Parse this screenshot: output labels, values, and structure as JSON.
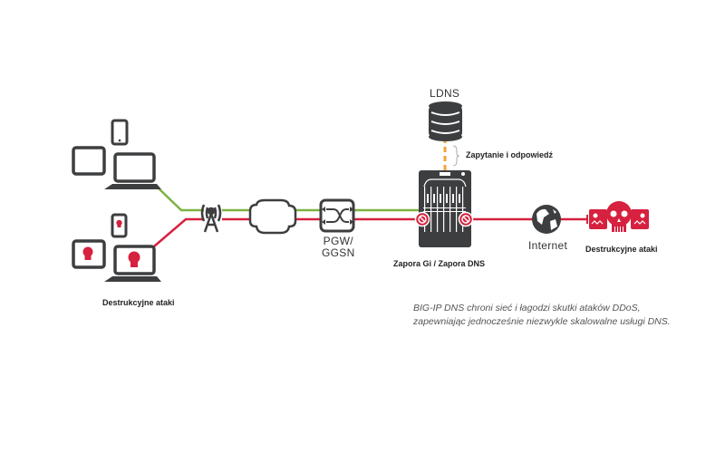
{
  "colors": {
    "dark": "#3d3e40",
    "green": "#7cb342",
    "red": "#d6213f",
    "orange": "#f2a33a"
  },
  "nodes": {
    "legit_devices": {
      "icons": [
        "tablet-icon",
        "smartphone-icon",
        "laptop-icon"
      ]
    },
    "malicious_devices": {
      "icons": [
        "tablet-skull-icon",
        "smartphone-skull-icon",
        "laptop-skull-icon"
      ],
      "label": "Destrukcyjne ataki"
    },
    "cell_tower": {
      "icon": "cell-tower-icon"
    },
    "cloud": {
      "icon": "cloud-icon"
    },
    "pgw": {
      "icon": "router-switch-icon",
      "label_line1": "PGW/",
      "label_line2": "GGSN"
    },
    "ldns": {
      "icon": "database-icon",
      "label": "LDNS"
    },
    "query": {
      "label": "Zapytanie i odpowiedź"
    },
    "firewall": {
      "icon": "big-ip-appliance-icon",
      "label": "Zapora Gi / Zapora DNS"
    },
    "internet": {
      "icon": "globe-icon",
      "label": "Internet"
    },
    "attackers": {
      "icon": "skull-attackers-icon",
      "label": "Destrukcyjne ataki"
    }
  },
  "caption": {
    "line1": "BIG-IP DNS chroni sieć i łagodzi skutki ataków DDoS,",
    "line2": "zapewniając jednocześnie niezwykle skalowalne usługi DNS."
  }
}
